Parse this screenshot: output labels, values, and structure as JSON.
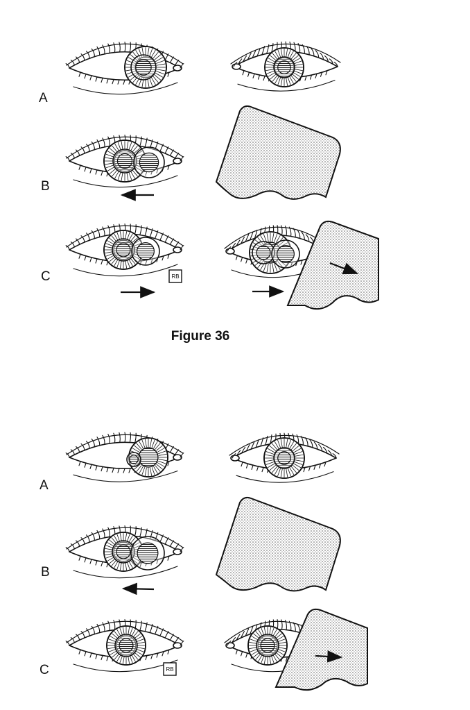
{
  "figure_top": {
    "caption": "Figure 36",
    "rows": [
      {
        "label": "A"
      },
      {
        "label": "B"
      },
      {
        "label": "C"
      }
    ],
    "artist_mark": "RB"
  },
  "figure_bottom": {
    "rows": [
      {
        "label": "A"
      },
      {
        "label": "B"
      },
      {
        "label": "C"
      }
    ],
    "artist_mark": "RB"
  }
}
